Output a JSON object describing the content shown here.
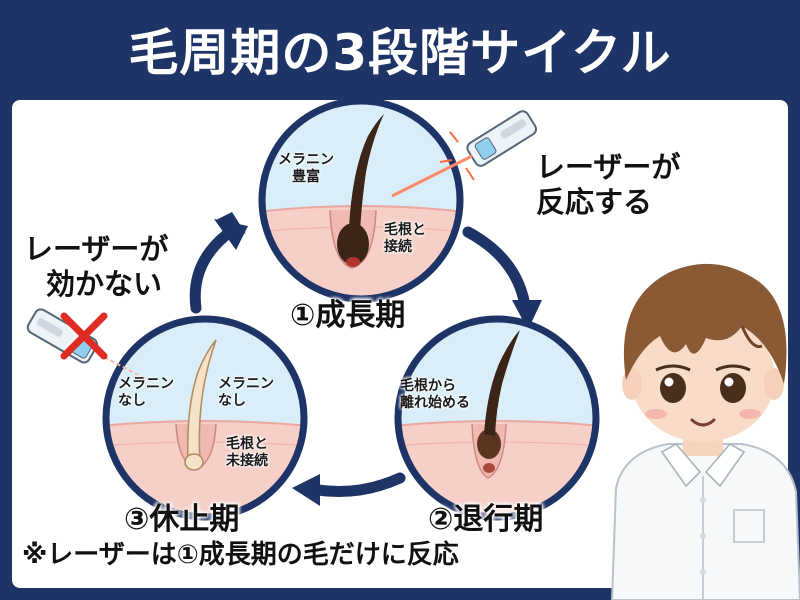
{
  "title": "毛周期の3段階サイクル",
  "stages": [
    {
      "label": "①成長期",
      "left_text": [
        "メラニン",
        "豊富"
      ],
      "right_text": [
        "毛根と",
        "接続"
      ]
    },
    {
      "label": "②退行期",
      "left_text": [
        "毛根から",
        "離れ始める"
      ]
    },
    {
      "label": "③休止期",
      "left_text": [
        "メラニン",
        "なし"
      ],
      "mid_text": [
        "メラニン",
        "なし"
      ],
      "right_text": [
        "毛根と",
        "未接続"
      ]
    }
  ],
  "callouts": {
    "reacts": [
      "レーザーが",
      "反応する"
    ],
    "no_effect": [
      "レーザーが",
      "効かない"
    ]
  },
  "footnote": "※レーザーは①成長期の毛だけに反応",
  "colors": {
    "navy": "#1f3466",
    "skin": "#f6cfc8",
    "water": "#d9eef8",
    "hair": "#3b2418",
    "blood": "#b1342e"
  },
  "icons": [
    "laser-device-icon",
    "cross-icon",
    "cycle-arrow-icon"
  ]
}
